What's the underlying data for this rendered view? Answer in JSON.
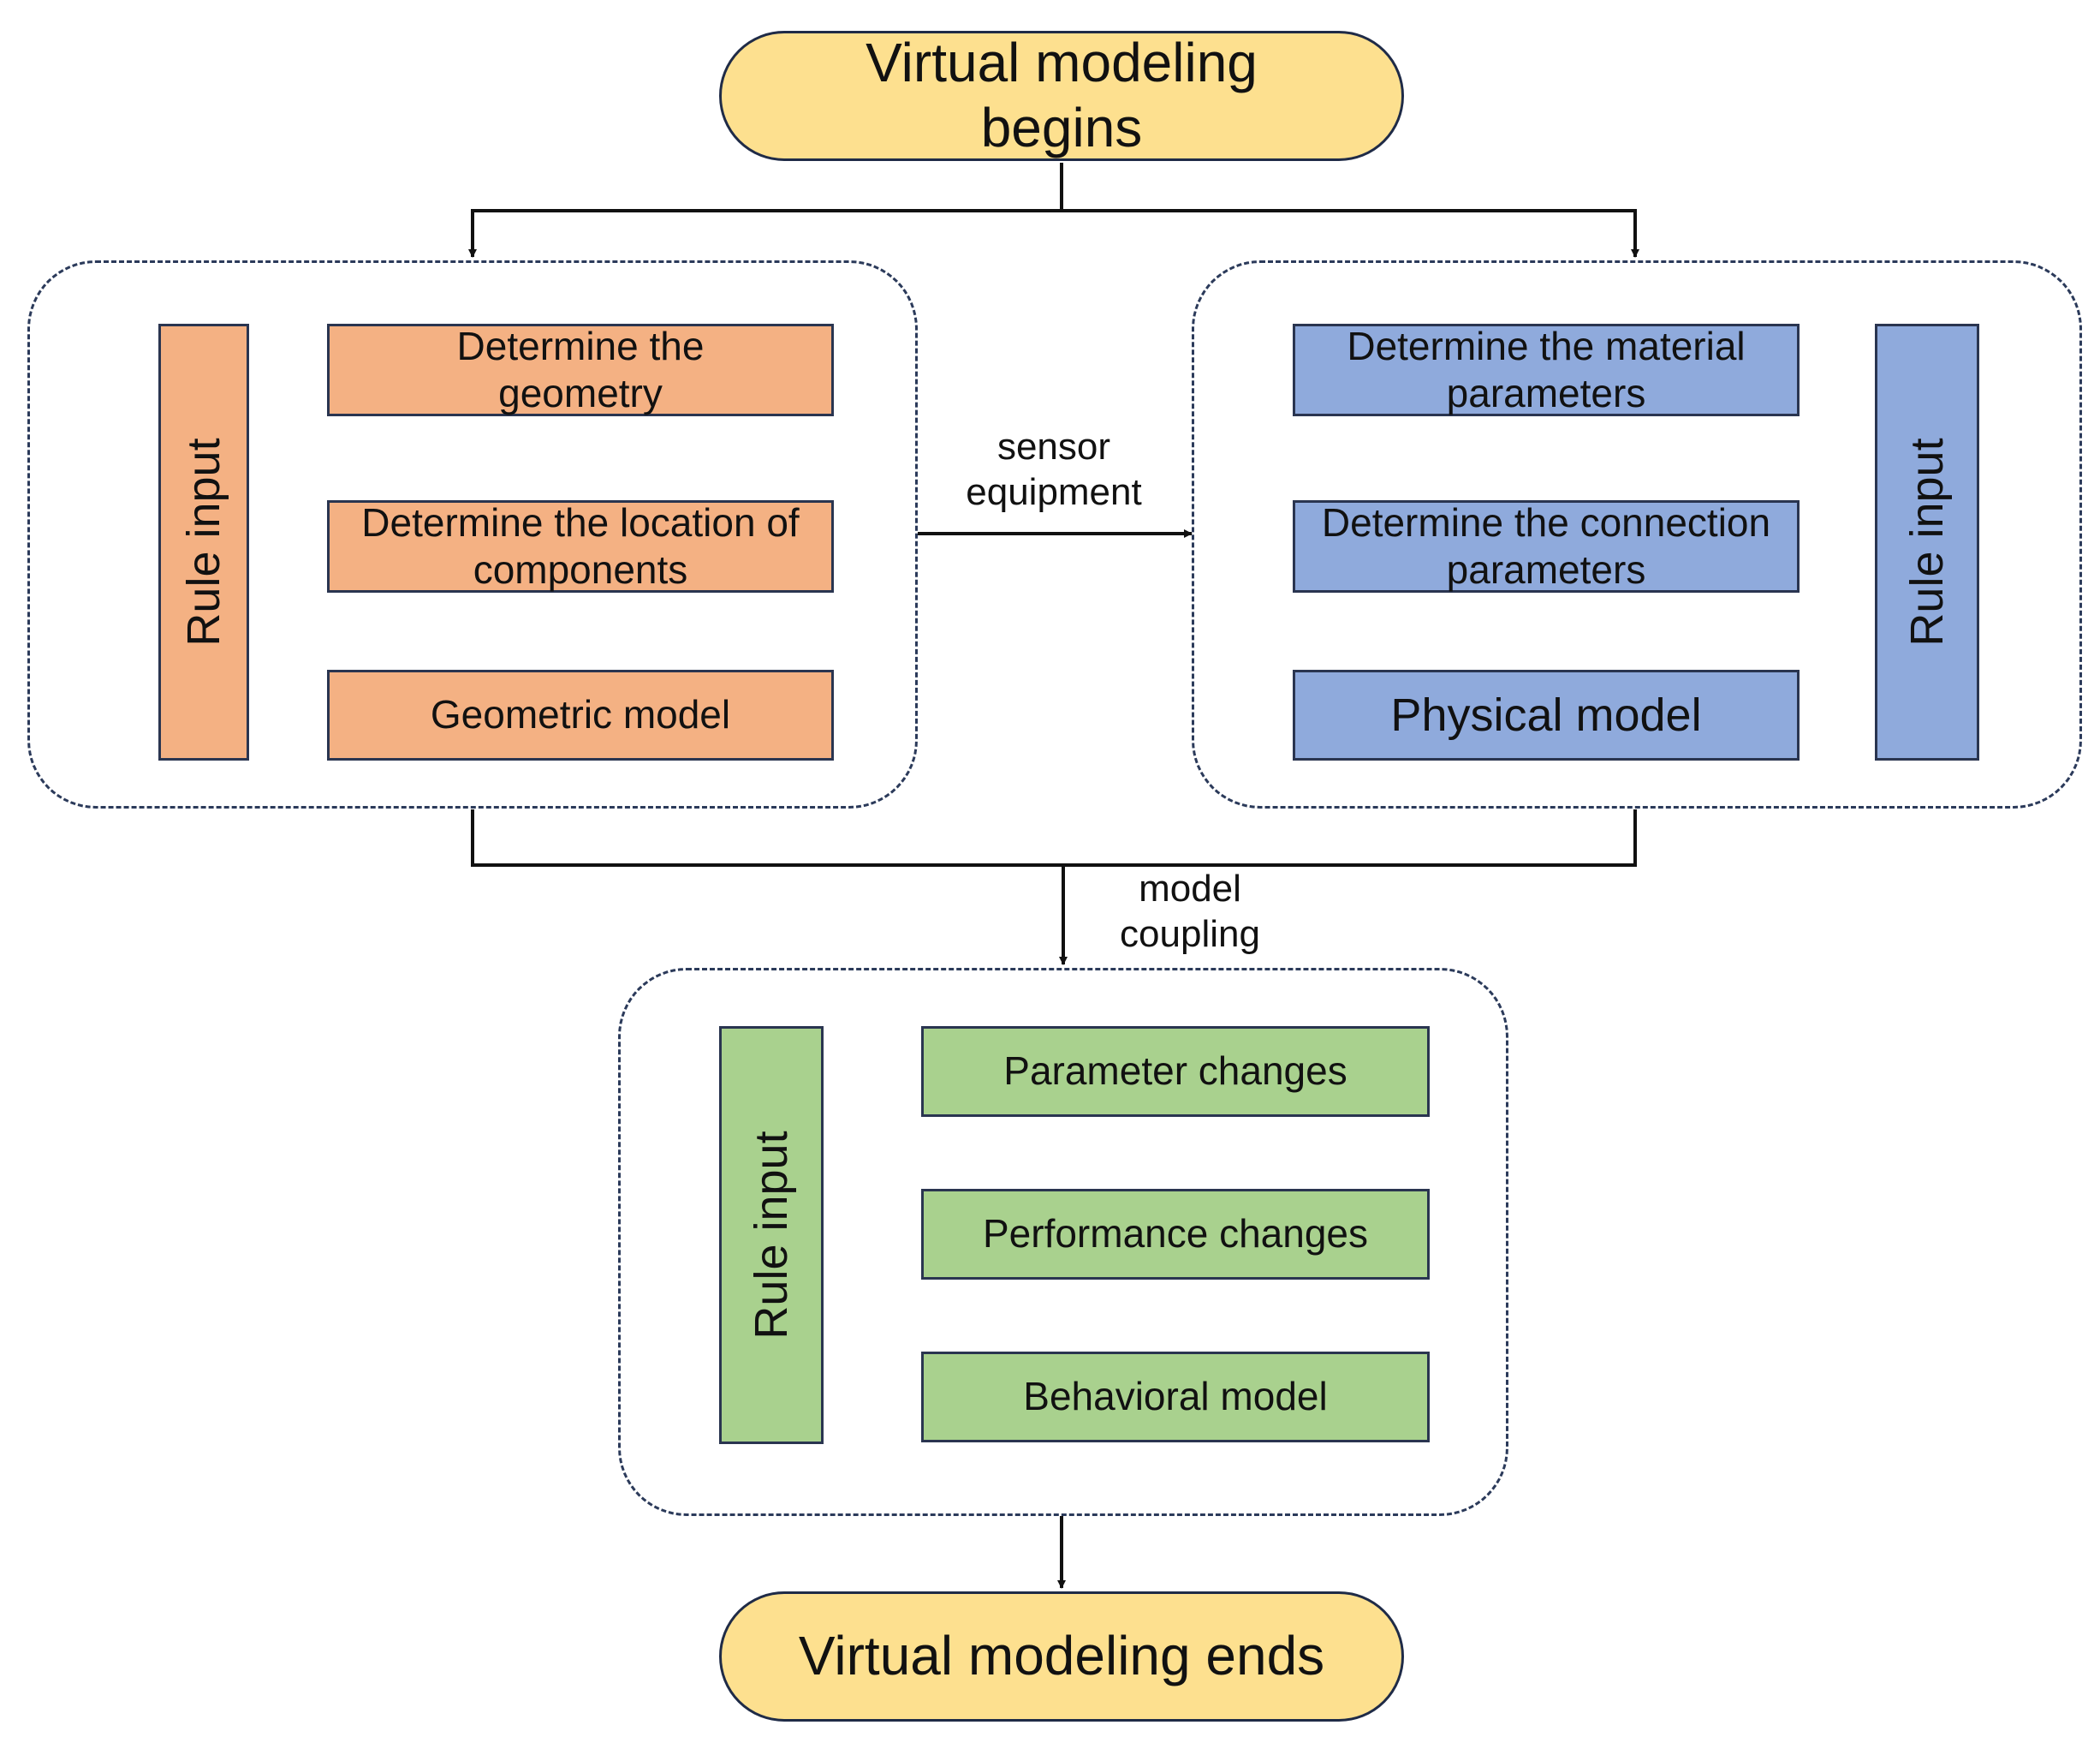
{
  "start": {
    "label": "Virtual modeling begins"
  },
  "end": {
    "label": "Virtual modeling ends"
  },
  "geometry_group": {
    "rule_label": "Rule input",
    "items": [
      "Determine the geometry",
      "Determine the location of components",
      "Geometric model"
    ]
  },
  "physical_group": {
    "rule_label": "Rule input",
    "items": [
      "Determine the material parameters",
      "Determine the connection parameters",
      "Physical model"
    ]
  },
  "behavior_group": {
    "rule_label": "Rule input",
    "items": [
      "Parameter changes",
      "Performance changes",
      "Behavioral model"
    ]
  },
  "edges": {
    "sensor": "sensor equipment",
    "coupling": "model coupling"
  },
  "colors": {
    "terminal": "#fde08f",
    "geometry": "#f4b183",
    "physical": "#8faadc",
    "behavior": "#a9d18e",
    "border": "#2b3a5a"
  }
}
